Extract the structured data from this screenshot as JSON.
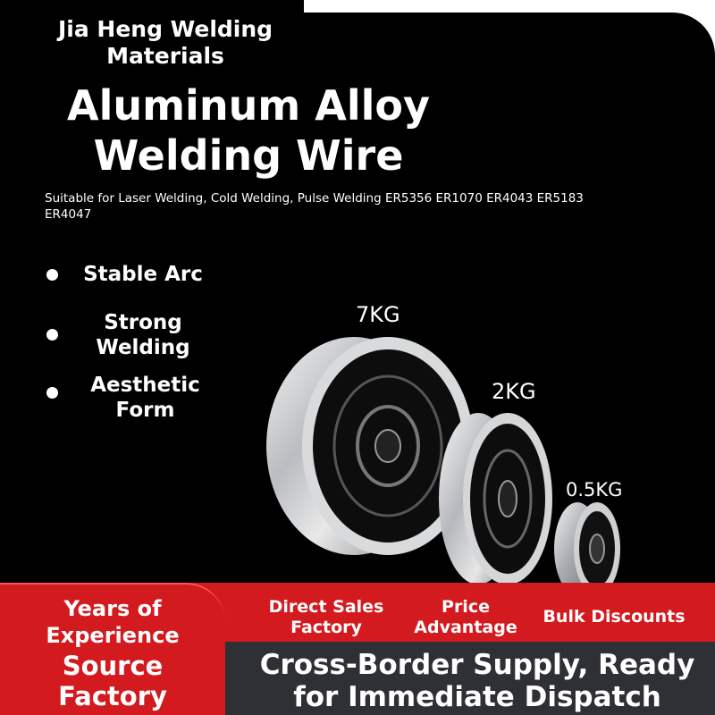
{
  "brand": {
    "line1": "Jia Heng Welding",
    "line2": "Materials"
  },
  "title": {
    "line1": "Aluminum Alloy",
    "line2": "Welding Wire"
  },
  "subtitle": {
    "line1": "Suitable for Laser Welding, Cold Welding, Pulse Welding ER5356 ER1070 ER4043 ER5183",
    "line2": "ER4047"
  },
  "features": [
    {
      "line1": "Stable Arc",
      "line2": ""
    },
    {
      "line1": "Strong",
      "line2": "Welding"
    },
    {
      "line1": "Aesthetic",
      "line2": "Form"
    }
  ],
  "spools": [
    {
      "label": "7KG"
    },
    {
      "label": "2KG"
    },
    {
      "label": "0.5KG"
    }
  ],
  "bottom": {
    "left": {
      "line1": "Years of",
      "line2": "Experience",
      "line3": "Source",
      "line4": "Factory"
    },
    "perks": [
      {
        "line1": "Direct Sales",
        "line2": "Factory"
      },
      {
        "line1": "Price",
        "line2": "Advantage"
      },
      {
        "line1": "Bulk Discounts",
        "line2": ""
      }
    ],
    "dispatch": {
      "line1": "Cross-Border Supply, Ready",
      "line2": "for Immediate Dispatch"
    }
  },
  "colors": {
    "background": "#000000",
    "accent_red": "#d21a1f",
    "band_grey": "#2e3036",
    "text": "#ffffff"
  },
  "icons": {
    "bullet": "bullet-dot-icon",
    "product": "wire-spool-icon"
  }
}
